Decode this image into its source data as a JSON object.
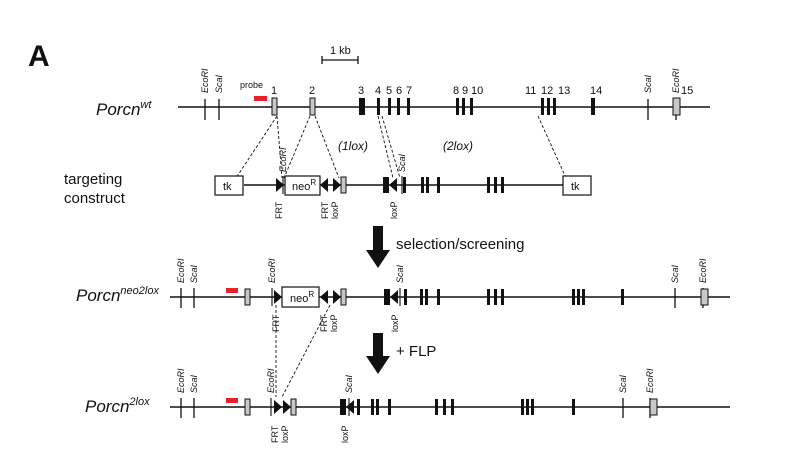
{
  "panel_label": "A",
  "scale_label": "1 kb",
  "probe_label": "probe",
  "rows": {
    "wt": {
      "base": "Porcn",
      "sup": "wt"
    },
    "targeting": {
      "line1": "targeting",
      "line2": "construct"
    },
    "neo2lox": {
      "base": "Porcn",
      "sup": "neo2lox"
    },
    "lox2": {
      "base": "Porcn",
      "sup": "2lox"
    }
  },
  "sites": {
    "ecori": "EcoRI",
    "scai": "ScaI"
  },
  "exon_labels": [
    "1",
    "2",
    "3",
    "4",
    "5",
    "6",
    "7",
    "8",
    "9",
    "10",
    "11",
    "12",
    "13",
    "14",
    "15"
  ],
  "elements": {
    "frt": "FRT",
    "loxp": "loxP",
    "tk": "tk",
    "neo_base": "neo",
    "neo_sup": "R"
  },
  "lox_counts": {
    "one": "(1lox)",
    "two": "(2lox)"
  },
  "arrows": {
    "step1": "selection/screening",
    "step2": "+ FLP"
  },
  "colors": {
    "probe": "#e8202a",
    "grey_exon": "#c8c8c8",
    "line": "#111111"
  }
}
